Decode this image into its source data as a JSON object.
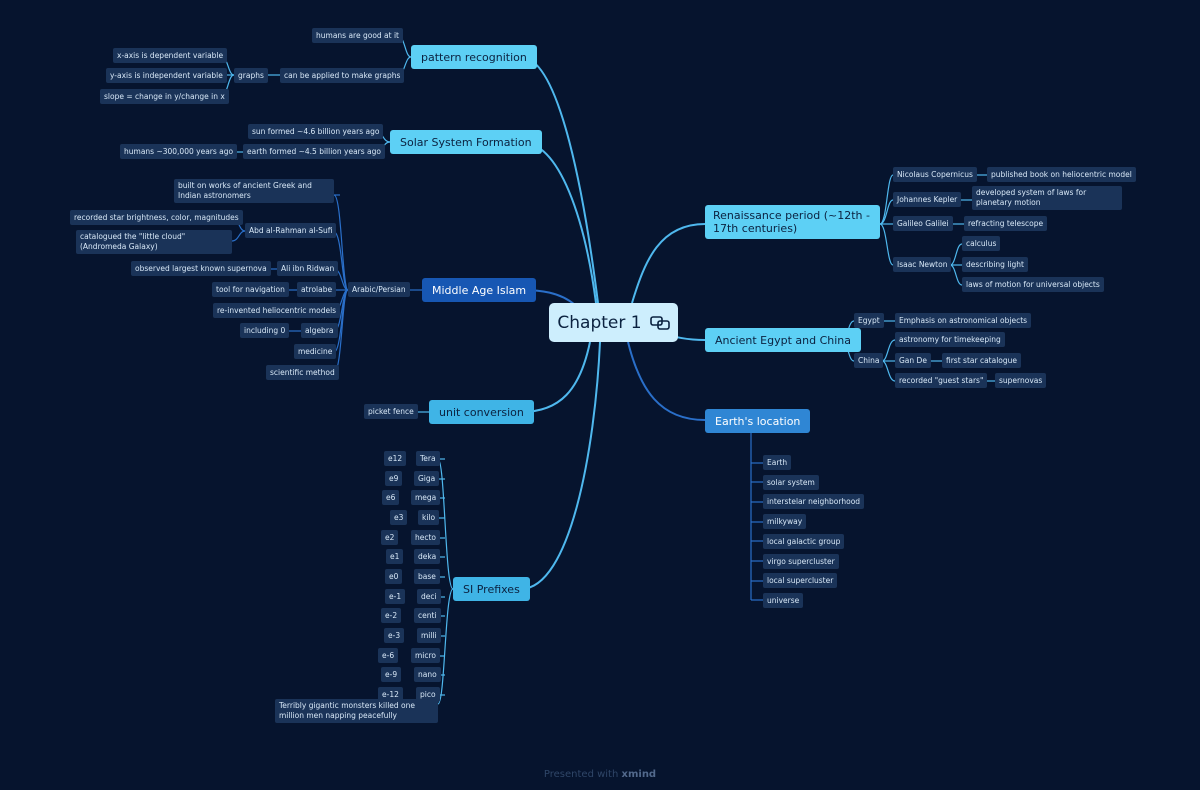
{
  "root": {
    "label": "Chapter 1",
    "icon": "linked-topics-icon"
  },
  "footer": {
    "prefix": "Presented with",
    "brand": "xmind"
  },
  "topics": {
    "pattern": {
      "label": "pattern recognition",
      "humans_good": "humans are good at it",
      "applied": "can be applied to make graphs",
      "graphs": "graphs",
      "x_axis": "x-axis is dependent variable",
      "y_axis": "y-axis is independent variable",
      "slope": "slope = change in y/change in x"
    },
    "solar": {
      "label": "Solar System Formation",
      "sun": "sun formed ~4.6 billion years ago",
      "earth": "earth formed ~4.5 billion years ago",
      "humans": "humans ~300,000 years ago"
    },
    "islam": {
      "label": "Middle Age Islam",
      "arabic": "Arabic/Persian",
      "built_on": "built on works of ancient Greek and Indian astronomers",
      "sufi": "Abd al-Rahman al-Sufi",
      "recorded": "recorded star brightness, color, magnitudes",
      "catalogued": "catalogued the \"little cloud\" (Andromeda Galaxy)",
      "ridwan": "Ali ibn Ridwan",
      "supernova": "observed largest known supernova",
      "astrolabe": "atrolabe",
      "navigation": "tool for navigation",
      "reinvented": "re-invented heliocentric models",
      "algebra": "algebra",
      "including": "including 0",
      "medicine": "medicine",
      "scientific": "scientific method"
    },
    "unit": {
      "label": "unit conversion",
      "picket": "picket fence"
    },
    "si": {
      "label": "SI Prefixes",
      "prefixes": [
        {
          "name": "Tera",
          "exp": "e12"
        },
        {
          "name": "Giga",
          "exp": "e9"
        },
        {
          "name": "mega",
          "exp": "e6"
        },
        {
          "name": "kilo",
          "exp": "e3"
        },
        {
          "name": "hecto",
          "exp": "e2"
        },
        {
          "name": "deka",
          "exp": "e1"
        },
        {
          "name": "base",
          "exp": "e0"
        },
        {
          "name": "deci",
          "exp": "e-1"
        },
        {
          "name": "centi",
          "exp": "e-2"
        },
        {
          "name": "milli",
          "exp": "e-3"
        },
        {
          "name": "micro",
          "exp": "e-6"
        },
        {
          "name": "nano",
          "exp": "e-9"
        },
        {
          "name": "pico",
          "exp": "e-12"
        }
      ],
      "mnemonic": "Terribly gigantic monsters killed one million men napping peacefully"
    },
    "renaissance": {
      "label": "Renaissance period (~12th - 17th centuries)",
      "copernicus": "Nicolaus Copernicus",
      "published": "published book on heliocentric model",
      "kepler": "Johannes Kepler",
      "laws": "developed system of laws for planetary motion",
      "galilei": "Galileo Galilei",
      "telescope": "refracting telescope",
      "newton": "Isaac Newton",
      "calculus": "calculus",
      "light": "describing light",
      "motion": "laws of motion for universal objects"
    },
    "egypt": {
      "label": "Ancient Egypt and China",
      "egypt": "Egypt",
      "emphasis": "Emphasis on astronomical objects",
      "china": "China",
      "timekeeping": "astronomy for timekeeping",
      "gande": "Gan De",
      "first_star": "first star catalogue",
      "guest": "recorded \"guest stars\"",
      "supernovas": "supernovas"
    },
    "location": {
      "label": "Earth's location",
      "items": [
        "Earth",
        "solar system",
        "interstelar neighborhood",
        "milkyway",
        "local galactic group",
        "virgo supercluster",
        "local supercluster",
        "universe"
      ]
    }
  }
}
